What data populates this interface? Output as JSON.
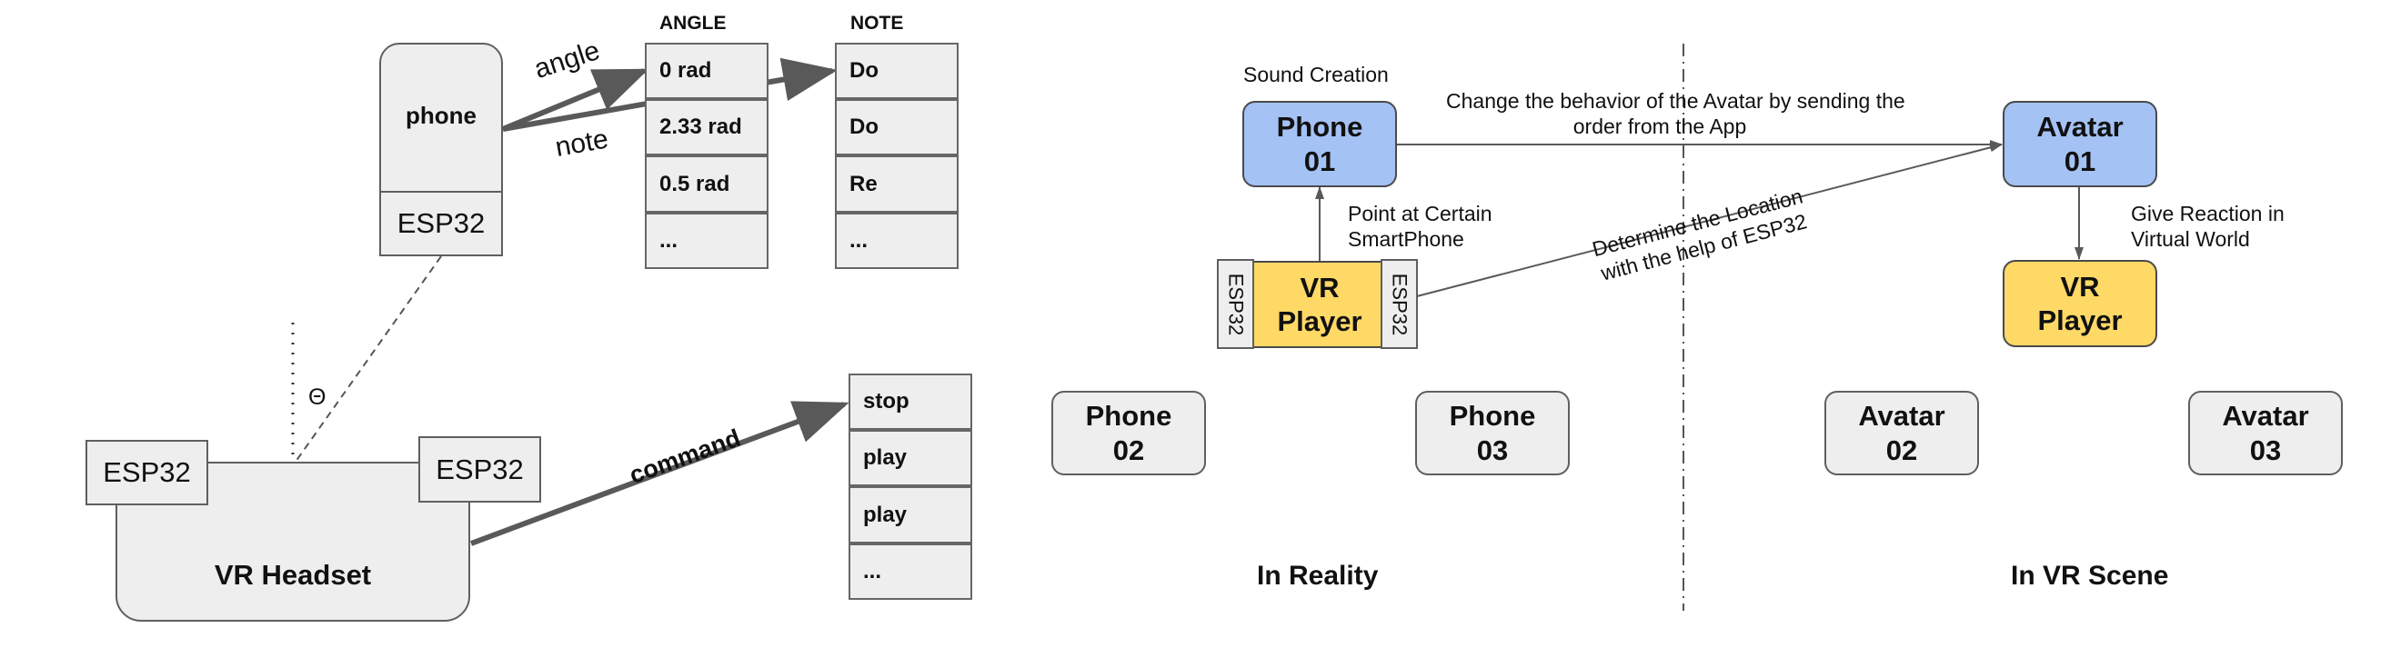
{
  "left_diagram": {
    "phone": "phone",
    "phone_esp": "ESP32",
    "arrow_angle_label": "angle",
    "arrow_note_label": "note",
    "angle_header": "ANGLE",
    "note_header": "NOTE",
    "angles": [
      "0 rad",
      "2.33 rad",
      "0.5 rad",
      "..."
    ],
    "notes": [
      "Do",
      "Do",
      "Re",
      "..."
    ],
    "theta": "Θ",
    "headset_esp_left": "ESP32",
    "headset_esp_right": "ESP32",
    "headset": "VR Headset",
    "command_label": "command",
    "commands": [
      "stop",
      "play",
      "play",
      "..."
    ]
  },
  "reality": {
    "sound_creation": "Sound Creation",
    "phone01": [
      "Phone",
      "01"
    ],
    "point_at": [
      "Point at Certain",
      "SmartPhone"
    ],
    "vr_player": [
      "VR",
      "Player"
    ],
    "esp_left": "ESP32",
    "esp_right": "ESP32",
    "phone02": [
      "Phone",
      "02"
    ],
    "phone03": [
      "Phone",
      "03"
    ],
    "caption": "In Reality"
  },
  "middle": {
    "change_behavior": [
      "Change the behavior of the Avatar by sending the",
      "order from the App"
    ],
    "determine": [
      "Determine  the Location",
      "with the help of ESP32"
    ]
  },
  "vr_scene": {
    "avatar01": [
      "Avatar",
      "01"
    ],
    "give_reaction": [
      "Give Reaction in",
      "Virtual World"
    ],
    "vr_player": [
      "VR",
      "Player"
    ],
    "avatar02": [
      "Avatar",
      "02"
    ],
    "avatar03": [
      "Avatar",
      "03"
    ],
    "caption": "In VR Scene"
  },
  "colors": {
    "blue_fill": "#a4c2f4",
    "yellow_fill": "#ffd966",
    "grey_fill": "#eeeeee",
    "arrow_dark": "#595959"
  }
}
